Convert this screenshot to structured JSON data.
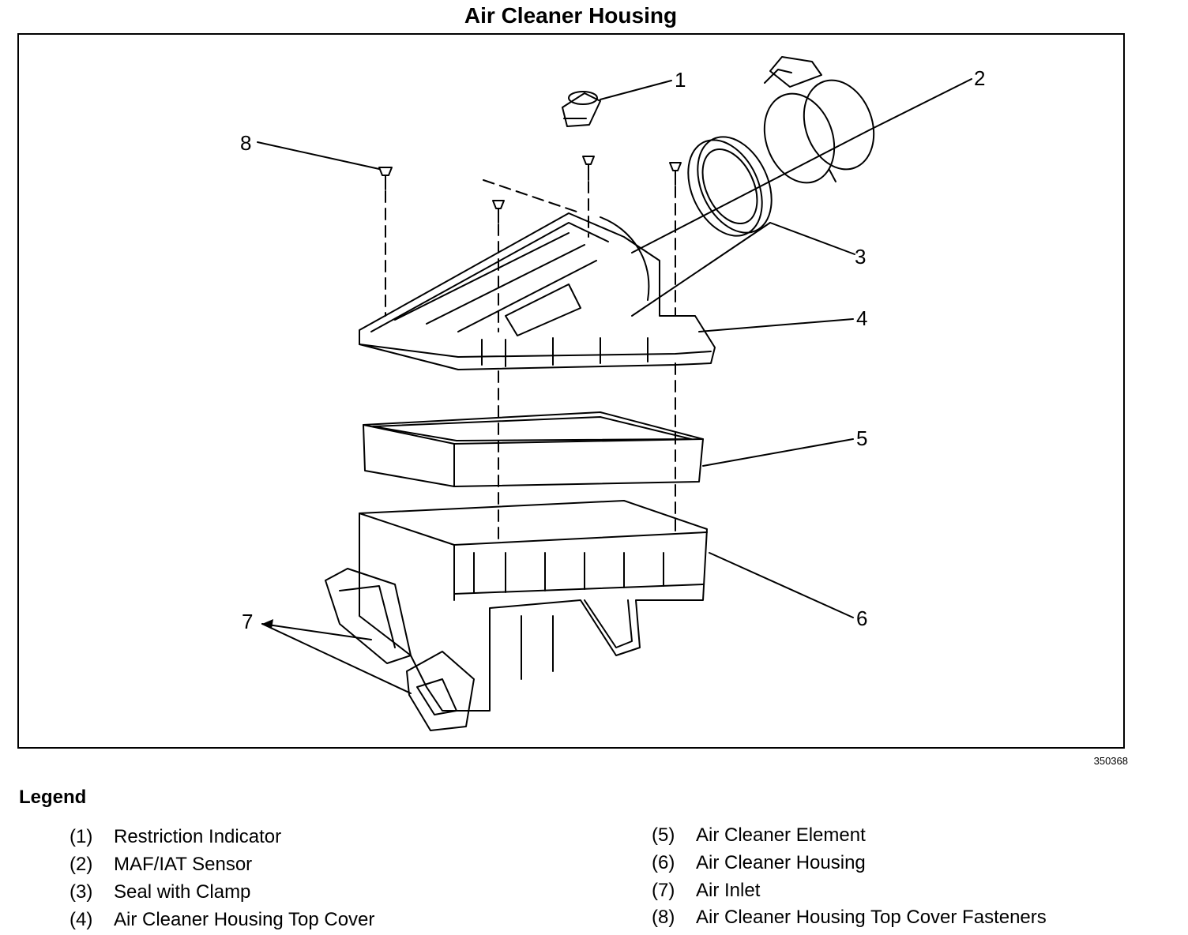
{
  "title": "Air Cleaner Housing",
  "figure_id": "350368",
  "legend_title": "Legend",
  "callouts": [
    "1",
    "2",
    "3",
    "4",
    "5",
    "6",
    "7",
    "8"
  ],
  "legend": [
    {
      "num": "(1)",
      "label": "Restriction Indicator"
    },
    {
      "num": "(2)",
      "label": "MAF/IAT Sensor"
    },
    {
      "num": "(3)",
      "label": "Seal with Clamp"
    },
    {
      "num": "(4)",
      "label": "Air Cleaner Housing Top Cover"
    },
    {
      "num": "(5)",
      "label": "Air Cleaner Element"
    },
    {
      "num": "(6)",
      "label": "Air Cleaner Housing"
    },
    {
      "num": "(7)",
      "label": "Air Inlet"
    },
    {
      "num": "(8)",
      "label": "Air Cleaner Housing Top Cover Fasteners"
    }
  ]
}
